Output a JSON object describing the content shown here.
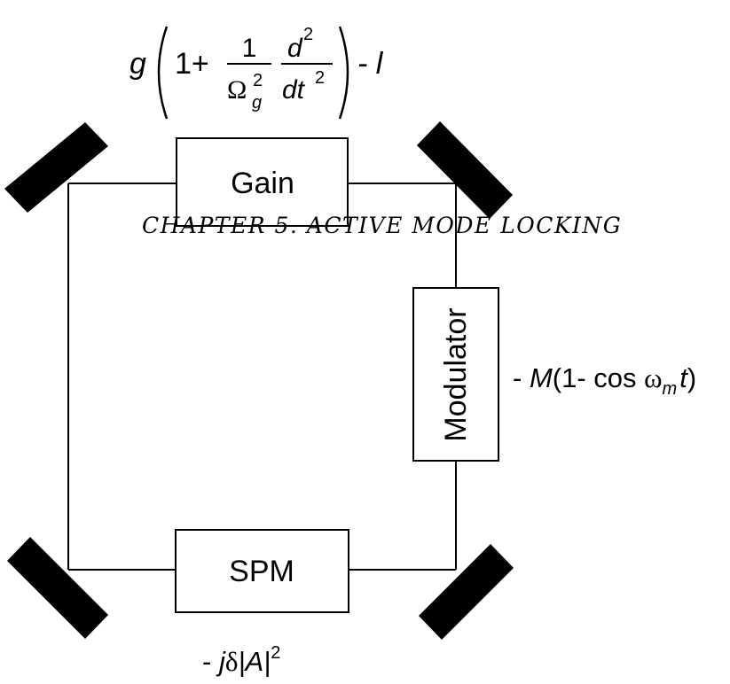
{
  "page_header": "CHAPTER 5.  ACTIVE MODE LOCKING",
  "blocks": {
    "gain": "Gain",
    "modulator": "Modulator",
    "spm": "SPM"
  },
  "formulas": {
    "gain": {
      "g": "g",
      "one_plus": "1+",
      "numerator_1": "1",
      "omega": "Ω",
      "omega_sub": "g",
      "omega_sup": "2",
      "d": "d",
      "d_sup": "2",
      "dt": "dt",
      "dt_sup": "2",
      "minus_l": "- l"
    },
    "modulator": {
      "minus": "- ",
      "M": "M",
      "body": "(1- cos ",
      "omega": "ω",
      "omega_sub": "m",
      "t": "t",
      "close": ")"
    },
    "spm": {
      "minus": "- ",
      "j": "j",
      "delta": "δ",
      "abs_A": "|A|",
      "sup": "2"
    }
  }
}
